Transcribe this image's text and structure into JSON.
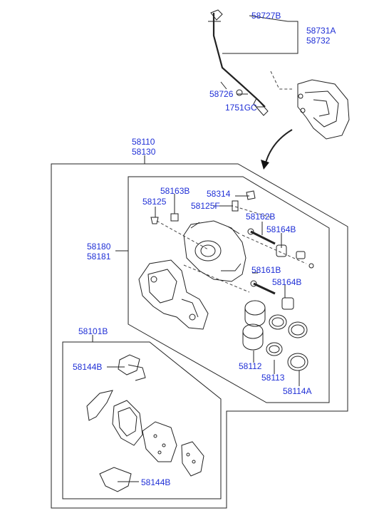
{
  "labels": {
    "hose_bracket": "58727B",
    "hose_assy_1": "58731A",
    "hose_assy_2": "58732",
    "bolt": "58726",
    "gasket": "1751GC",
    "caliper_assy_1": "58110",
    "caliper_assy_2": "58130",
    "bleeder_cap": "58163B",
    "dust_cap": "58314",
    "bleeder_screw_a": "58125",
    "bleeder_screw_b": "58125F",
    "guide_rod_b": "58162B",
    "boot_a": "58164B",
    "carrier_1": "58180",
    "carrier_2": "58181",
    "guide_rod_a": "58161B",
    "boot_b": "58164B",
    "pad_kit": "58101B",
    "pad_clip_top": "58144B",
    "piston": "58112",
    "piston_seal": "58113",
    "piston_boot": "58114A",
    "pad_clip_bottom": "58144B"
  },
  "colors": {
    "label_text": "#1f2fd6",
    "line": "#222222"
  }
}
